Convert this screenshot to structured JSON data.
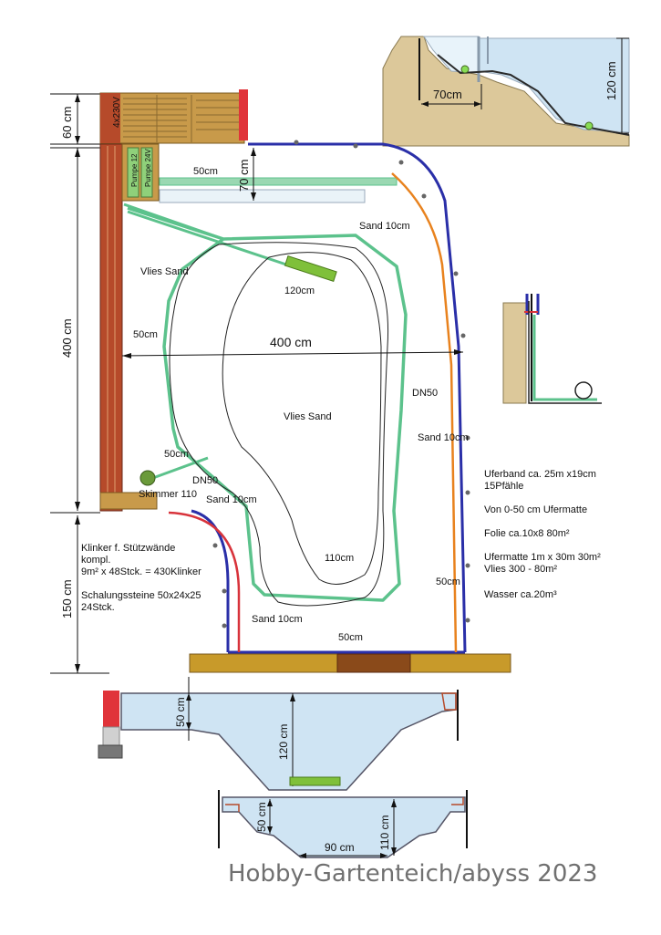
{
  "dimensions": {
    "top_60": "60 cm",
    "left_400": "400 cm",
    "left_150": "150 cm",
    "top_70": "70 cm",
    "width_400": "400 cm"
  },
  "electrical": {
    "socket_label": "4x230V",
    "box1": "Pumpe 12",
    "box2": "Pumpe 24V"
  },
  "labels": {
    "w50_top": "50cm",
    "sand_10_top": "Sand 10cm",
    "vlies_sand_top": "Vlies Sand",
    "zone_120": "120cm",
    "w50_left": "50cm",
    "dn50_right": "DN50",
    "vlies_sand_center": "Vlies Sand",
    "sand_10_right": "Sand 10cm",
    "w50_lower_left": "50cm",
    "dn50_lower": "DN50",
    "skimmer": "Skimmer 110",
    "sand_10_lower": "Sand 10cm",
    "zone_110": "110cm",
    "w50_right": "50cm",
    "sand_10_bottom": "Sand 10cm",
    "w50_bottom": "50cm"
  },
  "notes_left": [
    "Klinker f. Stützwände",
    "kompl.",
    "9m² x 48Stck. = 430Klinker",
    "",
    "Schalungssteine 50x24x25",
    "24Stck."
  ],
  "notes_right": [
    "Uferband ca. 25m x19cm",
    "15Pfähle",
    "",
    "Von 0-50 cm Ufermatte",
    "",
    "Folie ca.10x8 80m²",
    "",
    "Ufermatte 1m x 30m 30m²",
    "Vlies 300 - 80m²",
    "",
    "Wasser ca.20m³"
  ],
  "top_section": {
    "depth": "120 cm",
    "width": "70cm"
  },
  "section1": {
    "w50": "50 cm",
    "depth": "120 cm"
  },
  "section2": {
    "w50": "50 cm",
    "w90": "90 cm",
    "depth": "110 cm"
  },
  "watermark": "Hobby-Gartenteich/abyss 2023",
  "colors": {
    "blue_edge": "#2a2fa8",
    "orange_edge": "#e8821e",
    "red_edge": "#d8333b",
    "green_shelf": "#5cc28c",
    "wood": "#b8862a",
    "brick": "#b64a2a",
    "water": "#cfe4f3",
    "soil": "#dcc89a"
  }
}
